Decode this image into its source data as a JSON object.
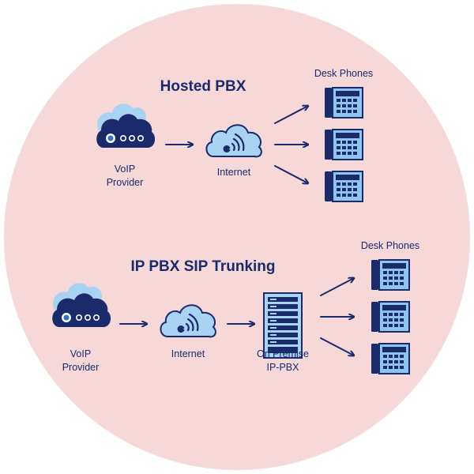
{
  "colors": {
    "background_circle": "#f6d8d8",
    "navy": "#1b2a6b",
    "light_blue": "#a8d3f2",
    "phone_grid": "#8ec5ee"
  },
  "hosted": {
    "title": "Hosted PBX",
    "provider_label_line1": "VoIP",
    "provider_label_line2": "Provider",
    "internet_label": "Internet",
    "phones_label": "Desk Phones",
    "provider_icon": "voip-cloud-server-icon",
    "internet_icon": "wifi-cloud-icon",
    "phone_icon": "desk-phone-icon"
  },
  "trunking": {
    "title": "IP PBX SIP Trunking",
    "provider_label_line1": "VoIP",
    "provider_label_line2": "Provider",
    "internet_label": "Internet",
    "pbx_label_line1": "On Premise",
    "pbx_label_line2": "IP-PBX",
    "phones_label": "Desk Phones",
    "provider_icon": "voip-cloud-server-icon",
    "internet_icon": "wifi-cloud-icon",
    "pbx_icon": "server-rack-icon",
    "phone_icon": "desk-phone-icon"
  }
}
